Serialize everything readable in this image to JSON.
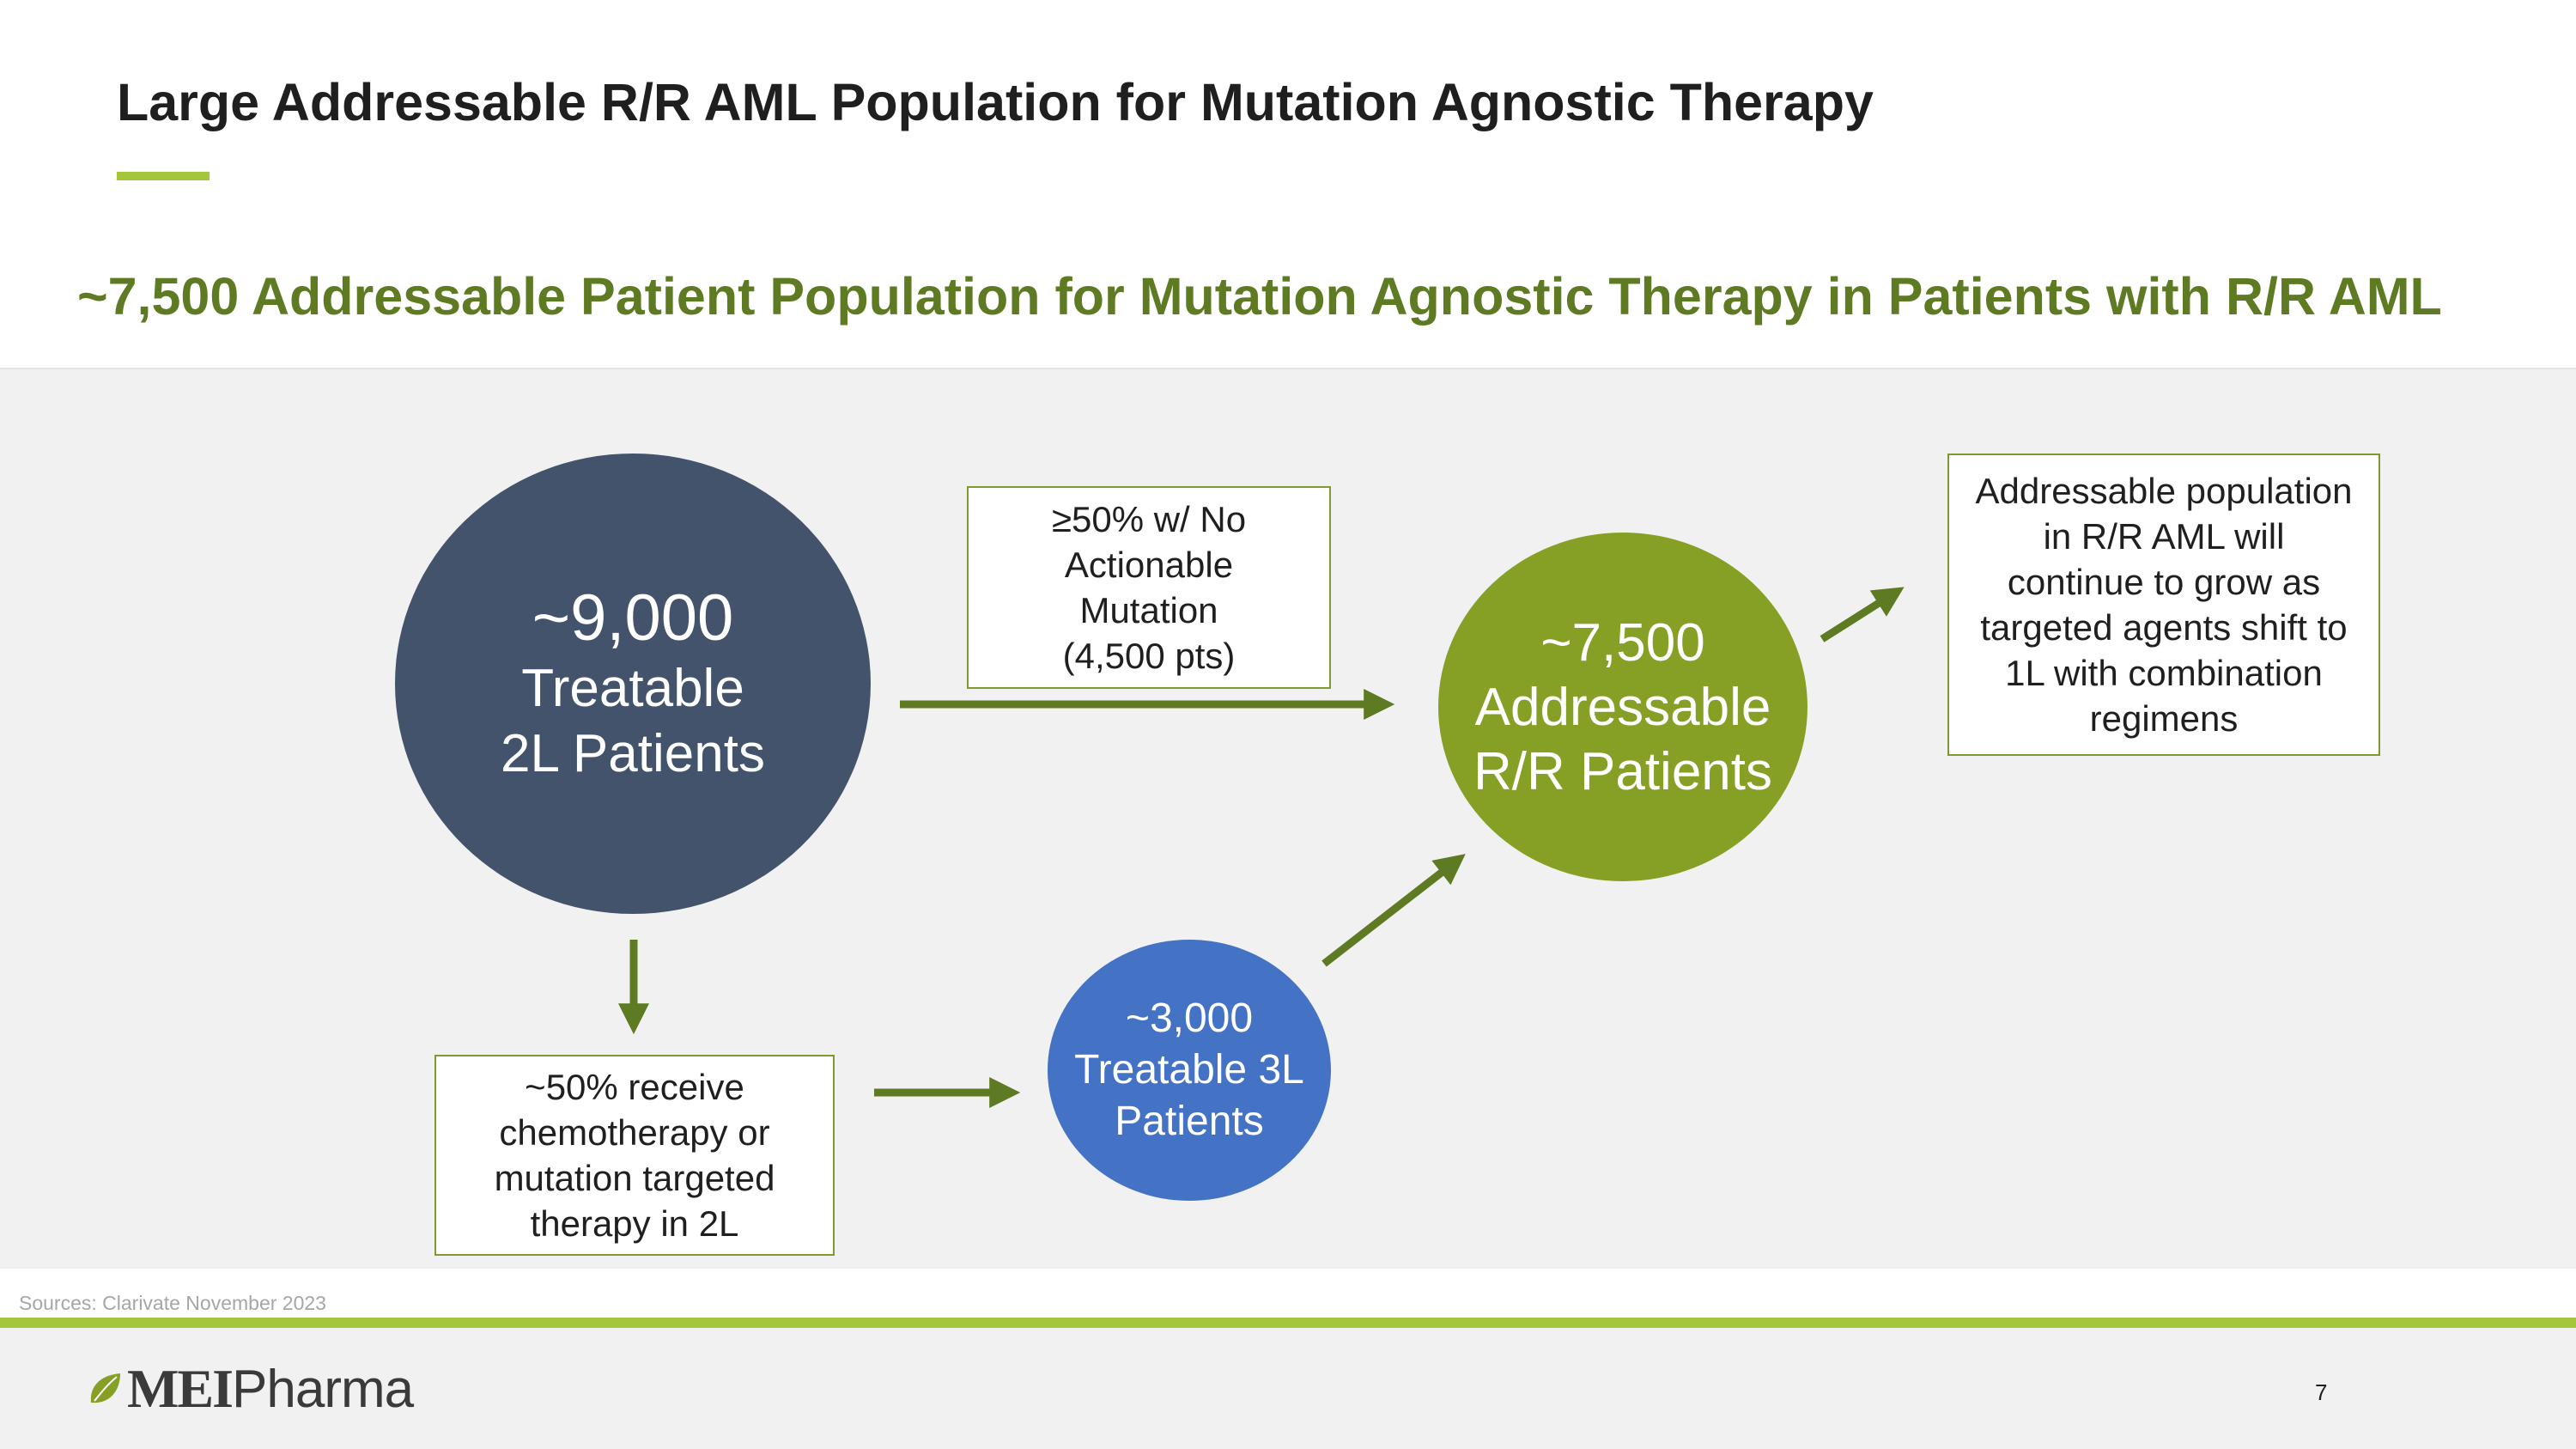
{
  "header": {
    "title": "Large Addressable R/R AML Population for Mutation Agnostic Therapy",
    "subtitle": "~7,500 Addressable Patient Population for Mutation Agnostic Therapy in Patients with R/R AML"
  },
  "diagram": {
    "circle_2l": {
      "value": "~9,000",
      "line1": "Treatable",
      "line2": "2L Patients",
      "color": "#42536b"
    },
    "circle_rr": {
      "value": "~7,500",
      "line1": "Addressable",
      "line2": "R/R Patients",
      "color": "#85a025"
    },
    "circle_3l": {
      "value": "~3,000",
      "line1": "Treatable 3L",
      "line2": "Patients",
      "color": "#4472c4"
    },
    "box_no_mutation": [
      "≥50% w/ No",
      "Actionable",
      "Mutation",
      "(4,500 pts)"
    ],
    "box_grow": [
      "Addressable population",
      "in R/R AML will",
      "continue to grow as",
      "targeted agents shift to",
      "1L with combination",
      "regimens"
    ],
    "box_chemo": [
      "~50% receive",
      "chemotherapy or",
      "mutation targeted",
      "therapy in 2L"
    ],
    "arrow_color": "#5e7a22"
  },
  "footer": {
    "sources": "Sources: Clarivate November 2023",
    "logo_mei": "MEI",
    "logo_pharma": "Pharma",
    "page_number": "7"
  },
  "colors": {
    "accent_green": "#a4c639",
    "title_green": "#5e7a22"
  }
}
